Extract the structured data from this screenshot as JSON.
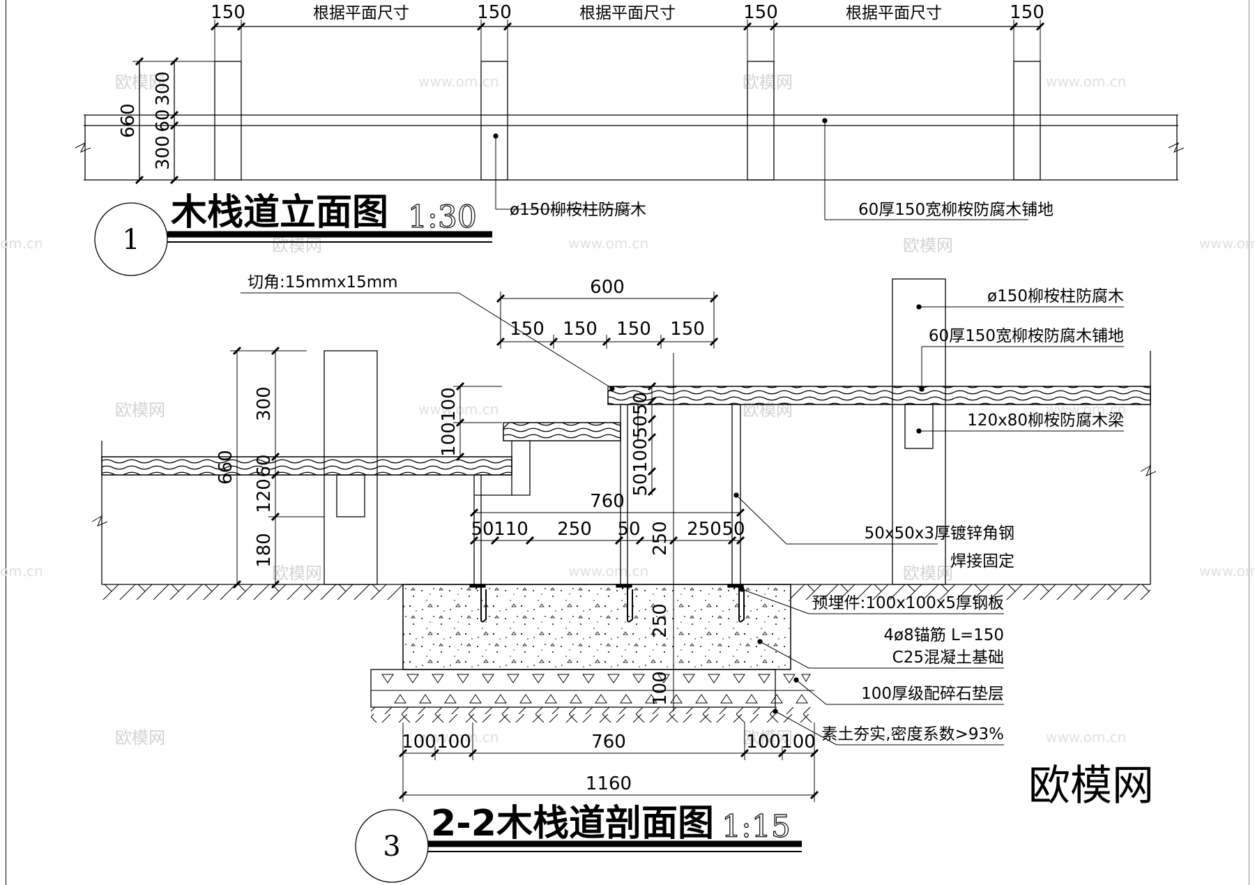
{
  "elevation": {
    "dim_post": "150",
    "dim_span": "根据平面尺寸",
    "dim_total": "660",
    "dim_top": "300",
    "dim_mid": "60",
    "dim_bot": "300",
    "title": "木栈道立面图",
    "scale": "1:30",
    "circle_num": "1",
    "note_post": "ø150柳桉柱防腐木",
    "note_deck": "60厚150宽柳桉防腐木铺地"
  },
  "section": {
    "title": "2-2木栈道剖面图",
    "scale": "1:15",
    "circle_num": "3",
    "chamfer": "切角:15mmx15mm",
    "dim_600": "600",
    "dim_150": "150",
    "dim_left_total": "660",
    "dim_left_300": "300",
    "dim_left_60": "60",
    "dim_left_120": "120",
    "dim_left_180": "180",
    "dim_100": "100",
    "dim_50": "50",
    "dim_250": "250",
    "dim_110": "110",
    "dim_760": "760",
    "dim_1160": "1160",
    "dim_1005050": "1005050",
    "notes": {
      "post": "ø150柳桉柱防腐木",
      "deck": "60厚150宽柳桉防腐木铺地",
      "beam": "120x80柳桉防腐木梁",
      "angle": "50x50x3厚镀锌角钢",
      "weld": "焊接固定",
      "plate": "预埋件:100x100x5厚钢板",
      "anchor": "4ø8锚筋 L=150",
      "concrete": "C25混凝土基础",
      "gravel": "100厚级配碎石垫层",
      "soil": "素土夯实,密度系数>93%"
    }
  },
  "watermark": {
    "logo": "欧模网",
    "url": "www.om.cn",
    "suffix": "om.cn"
  }
}
